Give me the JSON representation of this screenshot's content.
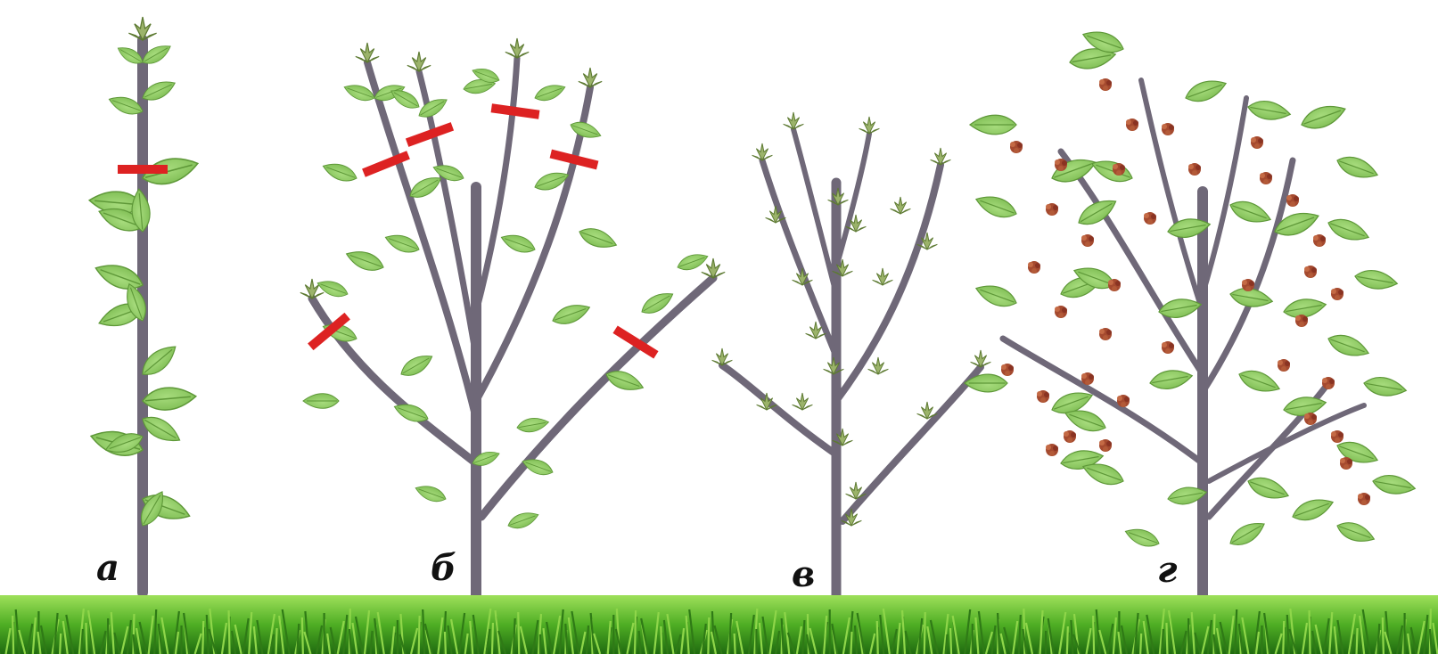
{
  "panels": [
    {
      "id": "a",
      "label": "а",
      "stage": "single-stem",
      "cut_marks": 1
    },
    {
      "id": "b",
      "label": "б",
      "stage": "branched",
      "cut_marks": 6
    },
    {
      "id": "v",
      "label": "в",
      "stage": "after-pruning",
      "cut_marks": 0
    },
    {
      "id": "g",
      "label": "г",
      "stage": "fruiting",
      "cut_marks": 0
    }
  ],
  "colors": {
    "stem": "#6f6878",
    "stem_dark": "#4f4957",
    "leaf": "#8cc862",
    "leaf_vein": "#4f8a2c",
    "leaf_outline": "#5e9838",
    "cut_mark": "#dd2222",
    "bud": "#9bb36a",
    "berry": "#9b3f2a",
    "grass_dark": "#2f7a16",
    "grass_light": "#8fd64a"
  },
  "icons": [
    "leaf-icon",
    "bud-icon",
    "cut-mark-icon",
    "berry-cluster-icon",
    "grass-strip"
  ]
}
